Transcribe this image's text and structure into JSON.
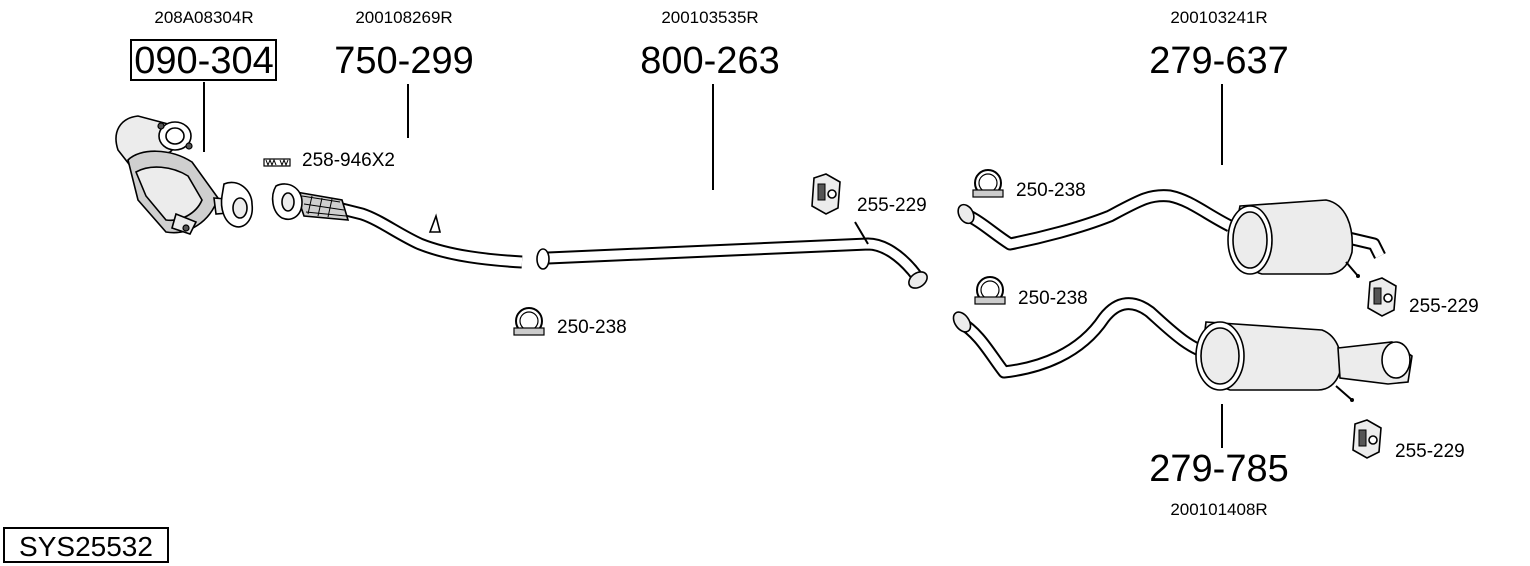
{
  "system_code": "SYS25532",
  "parts": {
    "catalytic_converter": {
      "oem": "208A08304R",
      "number": "090-304"
    },
    "front_pipe": {
      "oem": "200108269R",
      "number": "750-299"
    },
    "gasket": {
      "number": "258-946X2"
    },
    "middle_pipe": {
      "oem": "200103535R",
      "number": "800-263"
    },
    "rubber_mount_middle": {
      "number": "255-229"
    },
    "clamp_middle": {
      "number": "250-238"
    },
    "rear_silencer_upper": {
      "oem": "200103241R",
      "number": "279-637"
    },
    "clamp_upper": {
      "number": "250-238"
    },
    "rubber_mount_upper": {
      "number": "255-229"
    },
    "rear_silencer_lower": {
      "oem": "200101408R",
      "number": "279-785"
    },
    "clamp_lower": {
      "number": "250-238"
    },
    "rubber_mount_lower": {
      "number": "255-229"
    }
  }
}
